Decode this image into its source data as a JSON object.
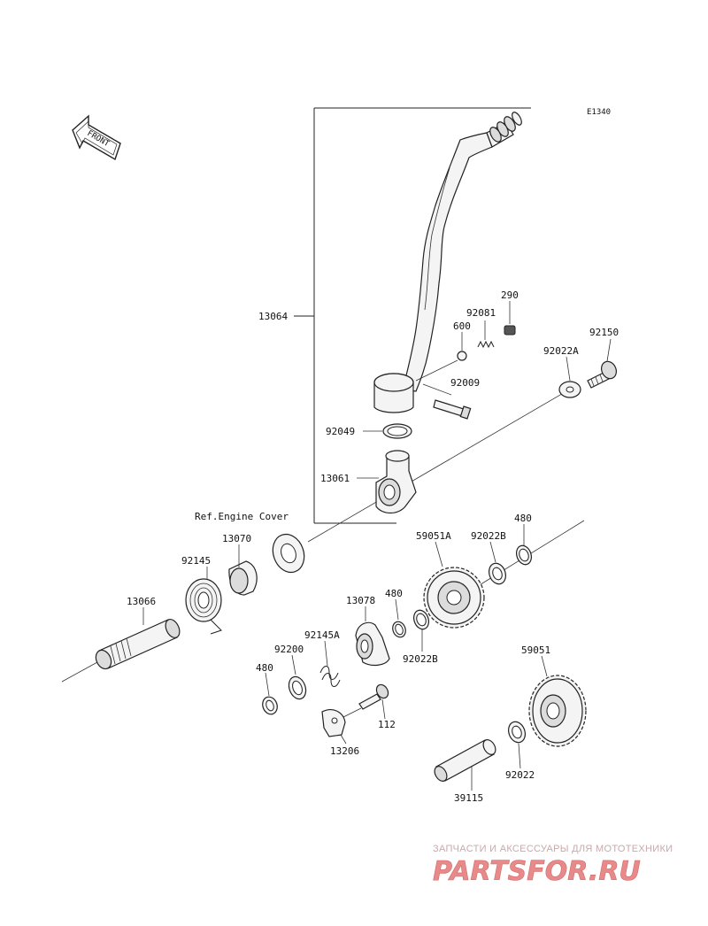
{
  "diagram": {
    "code": "E1340",
    "front_label": "FRONT",
    "reference_label": "Ref.Engine Cover"
  },
  "parts": {
    "p13064": "13064",
    "p290": "290",
    "p92081": "92081",
    "p600": "600",
    "p92150": "92150",
    "p92022A": "92022A",
    "p92009": "92009",
    "p92049": "92049",
    "p13061": "13061",
    "p13070": "13070",
    "p92145": "92145",
    "p13066": "13066",
    "p59051A": "59051A",
    "p92022B_top": "92022B",
    "p480_top": "480",
    "p13078": "13078",
    "p480_mid": "480",
    "p92145A": "92145A",
    "p92200": "92200",
    "p92022B_mid": "92022B",
    "p480_left": "480",
    "p59051": "59051",
    "p112": "112",
    "p13206": "13206",
    "p92022": "92022",
    "p39115": "39115"
  },
  "watermark": {
    "tagline": "ЗАПЧАСТИ И АКСЕССУАРЫ ДЛЯ МОТОТЕХНИКИ",
    "logo": "PARTSFOR.RU",
    "logo_color": "#e88a8a"
  }
}
